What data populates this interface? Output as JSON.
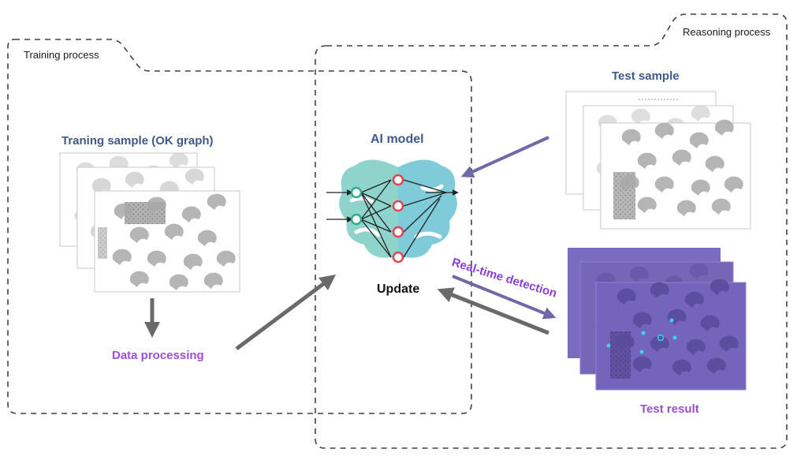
{
  "labels": {
    "training_process": "Training process",
    "reasoning_process": "Reasoning process",
    "training_sample": "Traning sample (OK graph)",
    "ai_model": "AI model",
    "update": "Update",
    "data_processing": "Data processing",
    "test_sample": "Test sample",
    "real_time_detection": "Real-time detection",
    "test_result": "Test result"
  },
  "colors": {
    "frame": "#3b4250",
    "blue_text": "#3e5a8a",
    "purple_text": "#9b4fd6",
    "arrow_gray": "#6a6a6a",
    "arrow_purple": "#6f6aa6",
    "brain_left": "#8fd3cd",
    "brain_right": "#7fcbd9",
    "node_green": "#2fae86",
    "node_red": "#e0474c",
    "result_card": "#7a6cc0",
    "detection_dot": "#39d4e8"
  },
  "icons": [
    "ai-brain-icon",
    "neural-network-icon"
  ]
}
